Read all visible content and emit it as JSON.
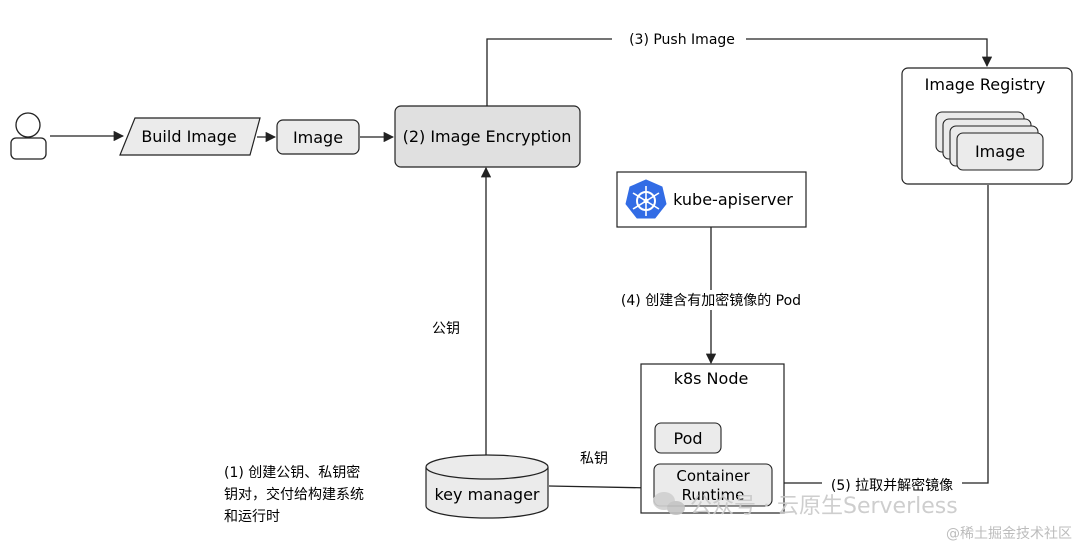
{
  "nodes": {
    "build_image": "Build Image",
    "image": "Image",
    "image_encryption": "(2) Image Encryption",
    "image_registry": "Image Registry",
    "registry_image": "Image",
    "kube_apiserver": "kube-apiserver",
    "k8s_node": "k8s Node",
    "pod": "Pod",
    "container_runtime_line1": "Container",
    "container_runtime_line2": "Runtime",
    "key_manager": "key manager"
  },
  "edges": {
    "push_image": "(3) Push Image",
    "public_key": "公钥",
    "private_key": "私钥",
    "create_pod": "(4) 创建含有加密镜像的 Pod",
    "pull_decrypt": "(5) 拉取并解密镜像"
  },
  "notes": {
    "step1_line1": "(1) 创建公钥、私钥密",
    "step1_line2": "钥对，交付给构建系统",
    "step1_line3": "和运行时"
  },
  "watermark": {
    "main": "公众号 · 云原生Serverless",
    "sub": "@稀土掘金技术社区"
  },
  "colors": {
    "box_fill": "#ebebeb",
    "encryption_fill": "#e0e0e0",
    "stroke": "#222222",
    "k8s_blue": "#326ce5",
    "white": "#ffffff"
  },
  "icons": {
    "user": "user-icon",
    "kubernetes": "kubernetes-icon"
  }
}
